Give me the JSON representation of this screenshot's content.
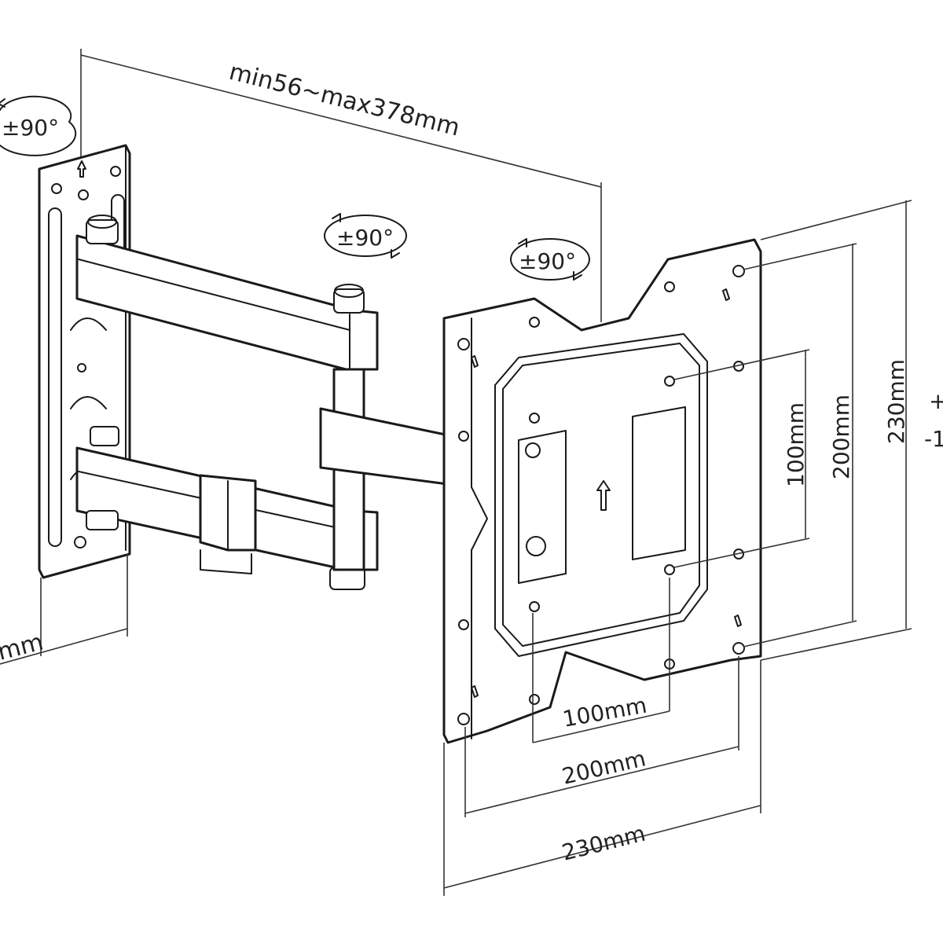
{
  "rotation_badges": {
    "left": "±90°",
    "middle": "±90°",
    "right": "±90°"
  },
  "dimensions": {
    "arm_extension": "min56~max378mm",
    "vesa_inner_vertical": "100mm",
    "vesa_outer_vertical": "200mm",
    "plate_vertical": "230mm",
    "vesa_inner_horizontal": "100mm",
    "vesa_outer_horizontal": "200mm",
    "plate_horizontal": "230mm",
    "wall_plate_width_fragment": "mm",
    "tilt_fragment_top": "+",
    "tilt_fragment_bottom": "-1"
  },
  "colors": {
    "line": "#1a1a1a",
    "background": "#ffffff"
  }
}
